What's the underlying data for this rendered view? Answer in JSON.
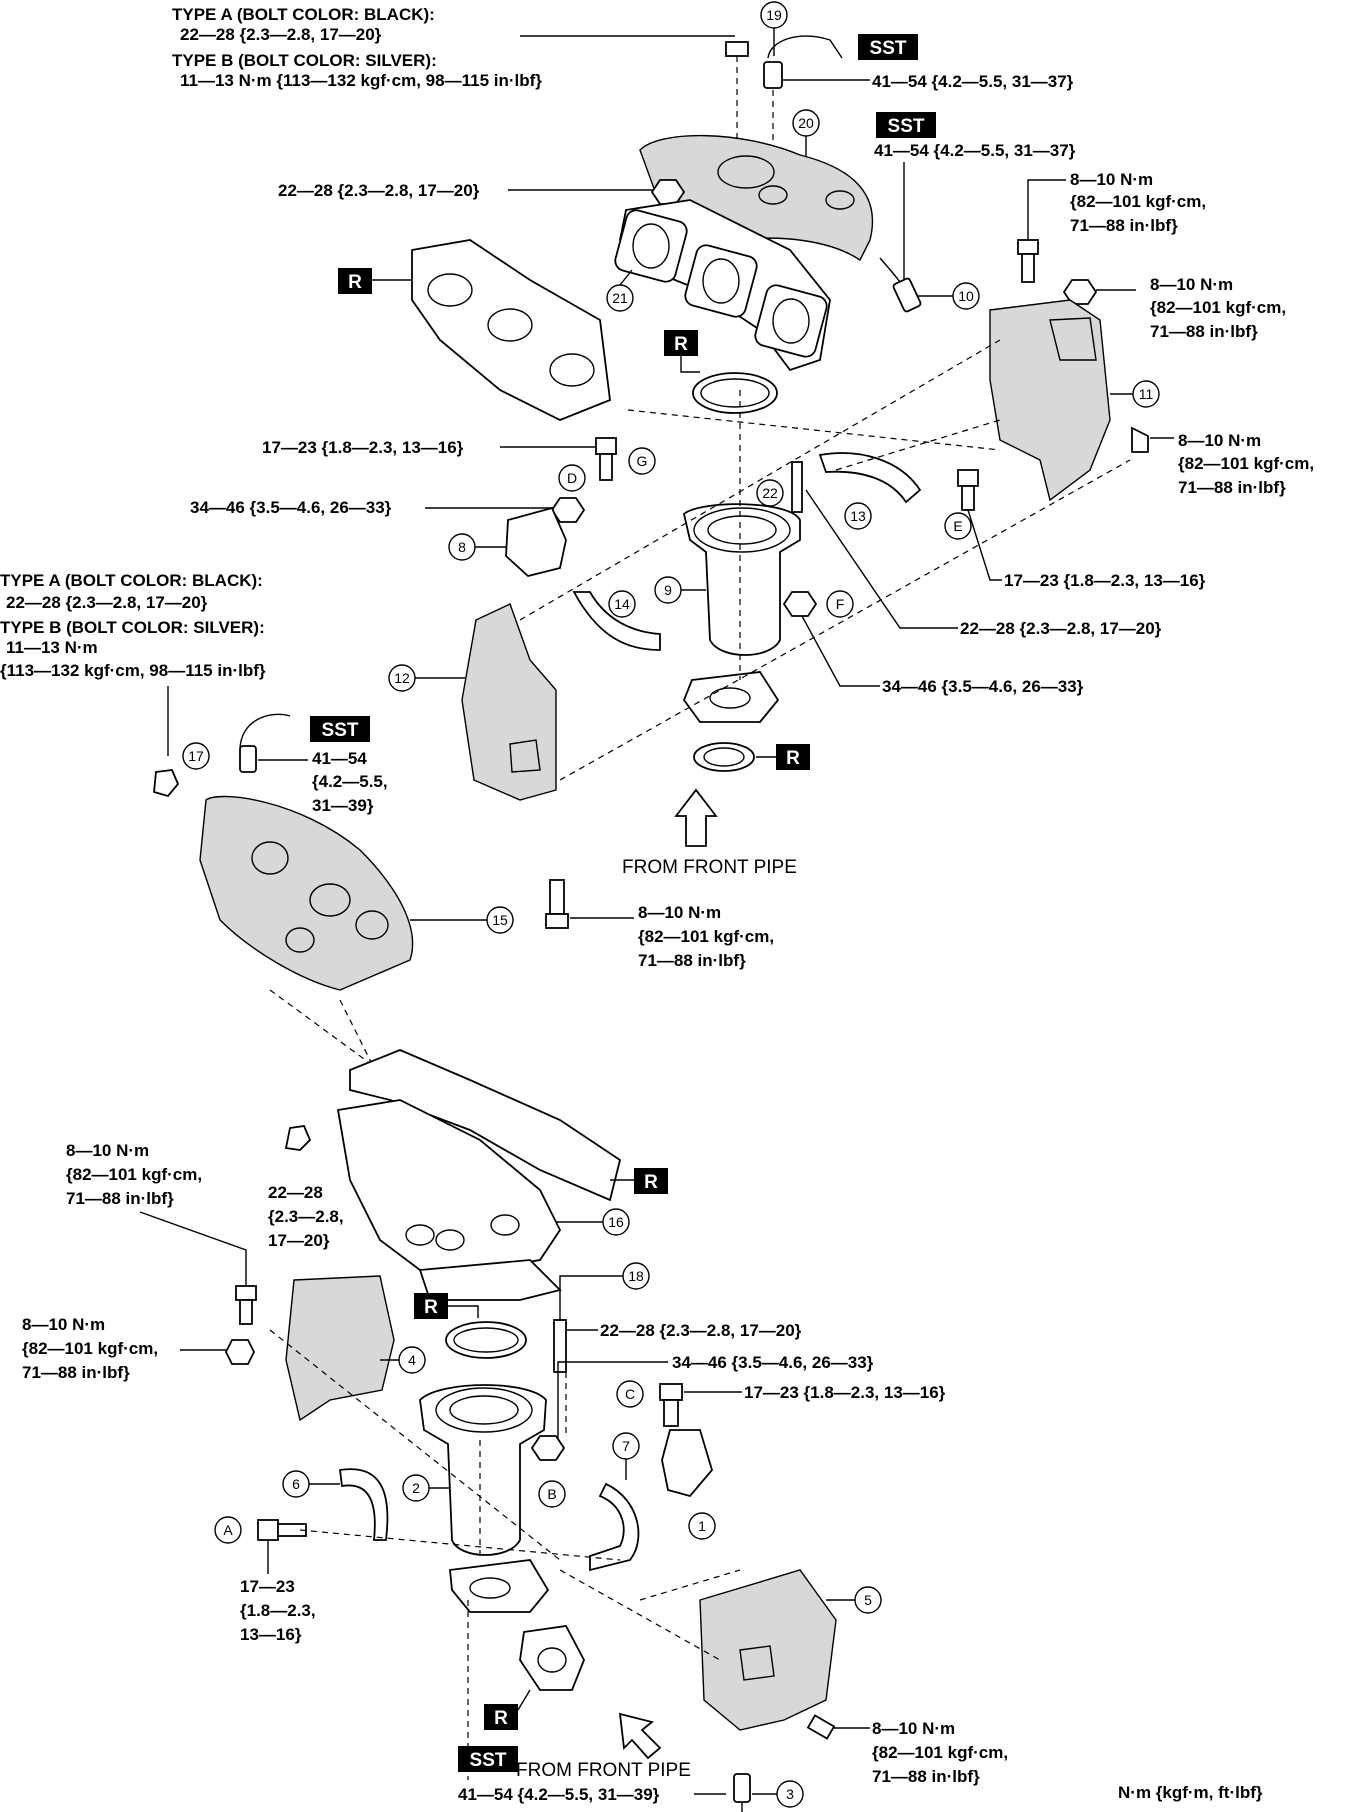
{
  "torques": {
    "type_label_top": [
      "TYPE A (BOLT COLOR: BLACK):",
      "22—28 {2.3—2.8, 17—20}",
      "TYPE B (BOLT COLOR: SILVER):",
      "11—13 N·m {113—132 kgf·cm, 98—115 in·lbf}"
    ],
    "type_label_left": [
      "TYPE A (BOLT COLOR: BLACK):",
      "22—28 {2.3—2.8, 17—20}",
      "TYPE B (BOLT COLOR: SILVER):",
      "11—13 N·m",
      "{113—132 kgf·cm, 98—115 in·lbf}"
    ],
    "sst_41_54_a": "41—54 {4.2—5.5, 31—37}",
    "sst_41_54_b": "41—54 {4.2—5.5, 31—37}",
    "t_22_28_nut": "22—28 {2.3—2.8, 17—20}",
    "t_8_10_r1": [
      "8—10 N·m",
      "{82—101 kgf·cm,",
      "71—88 in·lbf}"
    ],
    "t_8_10_r2": [
      "8—10 N·m",
      "{82—101 kgf·cm,",
      "71—88 in·lbf}"
    ],
    "t_8_10_r3": [
      "8—10 N·m",
      "{82—101 kgf·cm,",
      "71—88 in·lbf}"
    ],
    "t_17_23_g": "17—23 {1.8—2.3, 13—16}",
    "t_34_46_d": "34—46 {3.5—4.6, 26—33}",
    "t_17_23_e": "17—23 {1.8—2.3, 13—16}",
    "t_22_28_stud": "22—28 {2.3—2.8, 17—20}",
    "t_34_46_f": "34—46 {3.5—4.6, 26—33}",
    "sst_41_54_c": [
      "41—54",
      "{4.2—5.5,",
      "31—39}"
    ],
    "t_8_10_mid": [
      "8—10 N·m",
      "{82—101 kgf·cm,",
      "71—88 in·lbf}"
    ],
    "t_8_10_l1": [
      "8—10 N·m",
      "{82—101 kgf·cm,",
      "71—88 in·lbf}"
    ],
    "t_22_28_l": [
      "22—28",
      "{2.3—2.8,",
      "17—20}"
    ],
    "t_8_10_l2": [
      "8—10 N·m",
      "{82—101 kgf·cm,",
      "71—88 in·lbf}"
    ],
    "t_22_28_18": "22—28 {2.3—2.8, 17—20}",
    "t_34_46_b": "34—46 {3.5—4.6, 26—33}",
    "t_17_23_c": "17—23 {1.8—2.3, 13—16}",
    "t_17_23_a": [
      "17—23",
      "{1.8—2.3,",
      "13—16}"
    ],
    "t_8_10_br": [
      "8—10 N·m",
      "{82—101 kgf·cm,",
      "71—88 in·lbf}"
    ],
    "sst_41_54_d": "41—54 {4.2—5.5, 31—39}"
  },
  "captions": {
    "from_front_pipe_1": "FROM FRONT PIPE",
    "from_front_pipe_2": "FROM FRONT PIPE",
    "units": "N·m {kgf·m, ft·lbf}"
  },
  "badges": {
    "sst": "SST",
    "replace": "R"
  },
  "part_numbers": [
    "1",
    "2",
    "3",
    "4",
    "5",
    "6",
    "7",
    "8",
    "9",
    "10",
    "11",
    "12",
    "13",
    "14",
    "15",
    "16",
    "17",
    "18",
    "19",
    "20",
    "21",
    "22"
  ],
  "letters": [
    "A",
    "B",
    "C",
    "D",
    "E",
    "F",
    "G"
  ]
}
